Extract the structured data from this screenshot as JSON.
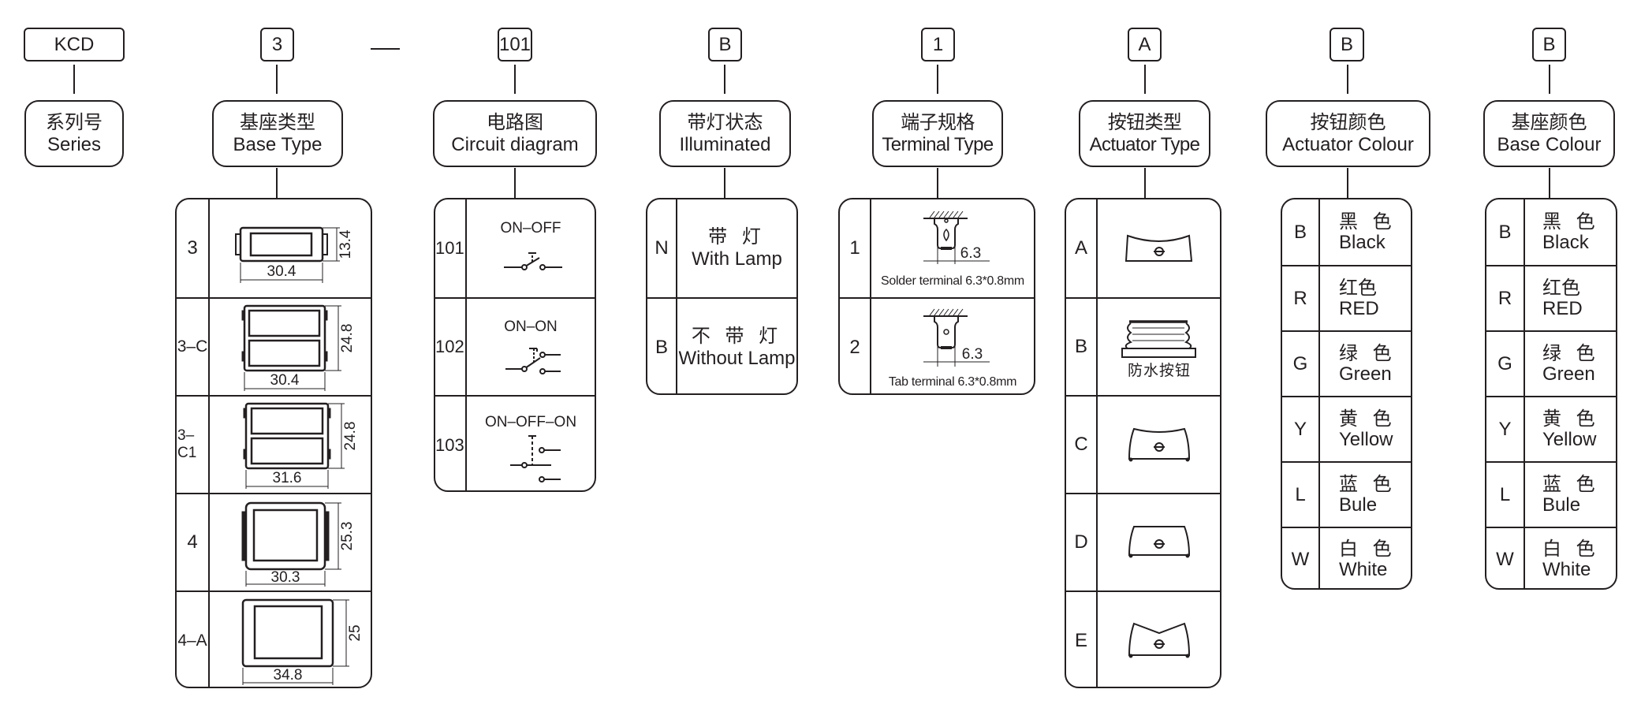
{
  "segments": [
    {
      "code": "KCD",
      "cn": "系列号",
      "en": "Series"
    },
    {
      "code": "3",
      "cn": "基座类型",
      "en": "Base Type"
    },
    {
      "code": "101",
      "cn": "电路图",
      "en": "Circuit diagram"
    },
    {
      "code": "B",
      "cn": "带灯状态",
      "en": "Illuminated"
    },
    {
      "code": "1",
      "cn": "端子规格",
      "en": "Terminal Type"
    },
    {
      "code": "A",
      "cn": "按钮类型",
      "en": "Actuator Type"
    },
    {
      "code": "B",
      "cn": "按钮颜色",
      "en": "Actuator Colour"
    },
    {
      "code": "B",
      "cn": "基座颜色",
      "en": "Base Colour"
    }
  ],
  "separator": "—",
  "base_types": [
    {
      "key": "3",
      "width": "30.4",
      "height": "13.4",
      "icon": "base-3-icon"
    },
    {
      "key": "3–C",
      "width": "30.4",
      "height": "24.8",
      "icon": "base-3c-icon"
    },
    {
      "key": "3–C1",
      "width": "31.6",
      "height": "24.8",
      "icon": "base-3c1-icon"
    },
    {
      "key": "4",
      "width": "30.3",
      "height": "25.3",
      "icon": "base-4-icon"
    },
    {
      "key": "4–A",
      "width": "34.8",
      "height": "25",
      "icon": "base-4a-icon"
    }
  ],
  "circuits": [
    {
      "key": "101",
      "label": "ON–OFF",
      "icon": "on-off-switch-icon"
    },
    {
      "key": "102",
      "label": "ON–ON",
      "icon": "on-on-switch-icon"
    },
    {
      "key": "103",
      "label": "ON–OFF–ON",
      "icon": "on-off-on-switch-icon"
    }
  ],
  "illuminated": [
    {
      "key": "N",
      "cn": "带 灯",
      "en": "With Lamp"
    },
    {
      "key": "B",
      "cn": "不 带 灯",
      "en": "Without Lamp"
    }
  ],
  "terminals": [
    {
      "key": "1",
      "dim": "6.3",
      "caption": "Solder terminal 6.3*0.8mm",
      "icon": "solder-terminal-icon"
    },
    {
      "key": "2",
      "dim": "6.3",
      "caption": "Tab terminal 6.3*0.8mm",
      "icon": "tab-terminal-icon"
    }
  ],
  "actuators": [
    {
      "key": "A",
      "icon": "actuator-a-icon"
    },
    {
      "key": "B",
      "icon": "waterproof-actuator-icon",
      "caption": "防水按钮"
    },
    {
      "key": "C",
      "icon": "actuator-c-icon"
    },
    {
      "key": "D",
      "icon": "actuator-d-icon"
    },
    {
      "key": "E",
      "icon": "actuator-e-icon"
    }
  ],
  "actuator_colours": [
    {
      "key": "B",
      "cn": "黑 色",
      "en": "Black"
    },
    {
      "key": "R",
      "cn": "红色",
      "en": "RED"
    },
    {
      "key": "G",
      "cn": "绿 色",
      "en": "Green"
    },
    {
      "key": "Y",
      "cn": "黄 色",
      "en": "Yellow"
    },
    {
      "key": "L",
      "cn": "蓝 色",
      "en": "Bule"
    },
    {
      "key": "W",
      "cn": "白 色",
      "en": "White"
    }
  ],
  "base_colours": [
    {
      "key": "B",
      "cn": "黑 色",
      "en": "Black"
    },
    {
      "key": "R",
      "cn": "红色",
      "en": "RED"
    },
    {
      "key": "G",
      "cn": "绿 色",
      "en": "Green"
    },
    {
      "key": "Y",
      "cn": "黄 色",
      "en": "Yellow"
    },
    {
      "key": "L",
      "cn": "蓝 色",
      "en": "Bule"
    },
    {
      "key": "W",
      "cn": "白 色",
      "en": "White"
    }
  ],
  "colors": {
    "ink": "#231f20",
    "background": "#ffffff"
  }
}
